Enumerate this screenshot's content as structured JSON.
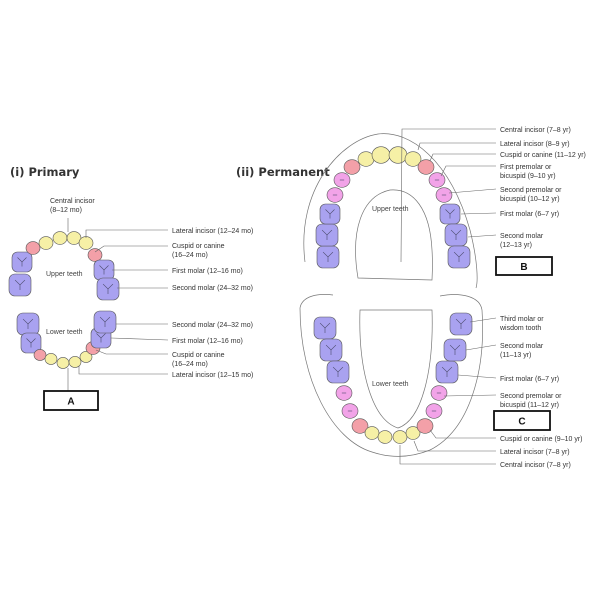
{
  "primary": {
    "title": "(i) Primary",
    "upper_label": "Upper teeth",
    "lower_label": "Lower teeth",
    "box_label": "A",
    "central_incisor": [
      "Central incisor",
      "(8–12 mo)"
    ],
    "upper_labels": [
      [
        "Lateral incisor (12–24 mo)"
      ],
      [
        "Cuspid or canine",
        "(16–24 mo)"
      ],
      [
        "First molar (12–16 mo)"
      ],
      [
        "Second molar (24–32 mo)"
      ]
    ],
    "lower_labels": [
      [
        "Second molar (24–32 mo)"
      ],
      [
        "First molar (12–16 mo)"
      ],
      [
        "Cuspid or canine",
        "(16–24 mo)"
      ],
      [
        "Lateral incisor (12–15 mo)"
      ]
    ]
  },
  "permanent": {
    "title": "(ii) Permanent",
    "upper_label": "Upper teeth",
    "lower_label": "Lower teeth",
    "upper_box_label": "B",
    "lower_box_label": "C",
    "upper_labels": [
      [
        "Central incisor (7–8 yr)"
      ],
      [
        "Lateral incisor (8–9 yr)"
      ],
      [
        "Cuspid or canine (11–12 yr)"
      ],
      [
        "First premolar or",
        "bicuspid (9–10 yr)"
      ],
      [
        "Second premolar or",
        "bicuspid (10–12 yr)"
      ],
      [
        "First molar (6–7 yr)"
      ],
      [
        "Second molar",
        "(12–13 yr)"
      ]
    ],
    "lower_labels": [
      [
        "Third molar or",
        "wisdom tooth"
      ],
      [
        "Second molar",
        "(11–13 yr)"
      ],
      [
        "First molar (6–7 yr)"
      ],
      [
        "Second premolar or",
        "bicuspid (11–12 yr)"
      ],
      [
        "Cuspid or canine (9–10 yr)"
      ],
      [
        "Lateral incisor (7–8 yr)"
      ],
      [
        "Central incisor (7–8 yr)"
      ]
    ]
  },
  "colors": {
    "incisor": "#f6f0a6",
    "canine": "#f3a0a8",
    "premolar": "#f2a3e8",
    "molar": "#a9a2f0",
    "outline": "#555555"
  }
}
